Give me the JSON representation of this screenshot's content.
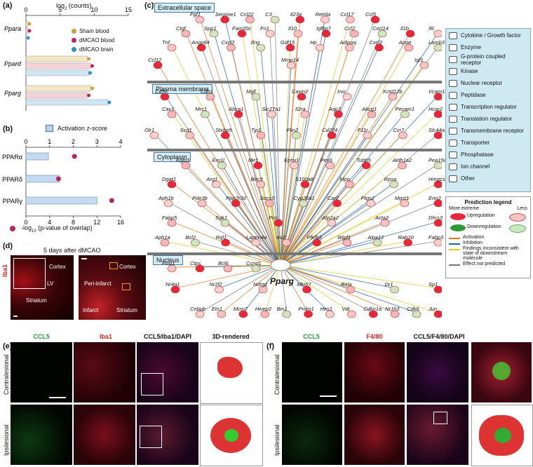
{
  "panels": {
    "a": "(a)",
    "b": "(b)",
    "c": "(c)",
    "d": "(d)",
    "e": "(e)",
    "f": "(f)"
  },
  "panel_a": {
    "axis_title": "log",
    "axis_sub": "2",
    "axis_unit": " (counts)",
    "ticks": [
      "0",
      "5",
      "10",
      "15"
    ],
    "genes": [
      "Ppara",
      "Ppard",
      "Pparg"
    ],
    "legend": [
      "Sham blood",
      "dMCAO blood",
      "dMCAO brain"
    ],
    "colors": [
      "#c9a13a",
      "#b5275a",
      "#2e8fc8"
    ]
  },
  "panel_b": {
    "legend_bar": "Activation z-score",
    "top_ticks": [
      "0",
      "1",
      "2",
      "3",
      "4"
    ],
    "bottom_ticks": [
      "0",
      "4",
      "8",
      "12",
      "16"
    ],
    "bottom_label_pre": "-log",
    "bottom_label_sub": "10",
    "bottom_label_post": " (p-value of overlap)",
    "rows": [
      "PPARα",
      "PPARδ",
      "PPARγ"
    ]
  },
  "chart_data": [
    {
      "type": "bar",
      "title": "",
      "xlabel": "log2 (counts)",
      "categories": [
        "Ppara",
        "Ppard",
        "Pparg"
      ],
      "xlim": [
        0,
        15
      ],
      "series": [
        {
          "name": "Sham blood",
          "values": [
            0.3,
            9.0,
            9.5
          ]
        },
        {
          "name": "dMCAO blood",
          "values": [
            0.3,
            9.5,
            9.0
          ]
        },
        {
          "name": "dMCAO brain",
          "values": [
            0.1,
            9.2,
            12.0
          ]
        }
      ]
    },
    {
      "type": "bar",
      "title": "",
      "categories": [
        "PPARα",
        "PPARδ",
        "PPARγ"
      ],
      "series": [
        {
          "name": "Activation z-score",
          "values": [
            0.95,
            1.4,
            3.0
          ]
        },
        {
          "name": "-log10 (p-value of overlap)",
          "values": [
            8.2,
            5.5,
            14.5
          ]
        }
      ],
      "xlim_top": [
        0,
        4
      ],
      "xlim_bottom": [
        0,
        16
      ]
    }
  ],
  "panel_c": {
    "compartments": [
      "Extracellular space",
      "Plasma membrane",
      "Cytoplasm",
      "Nucleus"
    ],
    "center_gene": "Pparg",
    "genes": [
      "Fgf1",
      "Serpine1",
      "Ccl22",
      "C3",
      "Il23a",
      "Retnla",
      "Ccl17",
      "Ccl5",
      "Ctgf",
      "Spp1",
      "Fam20c",
      "Fn1",
      "Il10",
      "Igfbp7",
      "Ccl2",
      "Cxcl14",
      "Il1b",
      "Il6",
      "Tnf",
      "Angptl4",
      "Cxcl3",
      "Ifng",
      "Gdf15",
      "Hp",
      "Adipoq",
      "Cxcl2",
      "Apoe",
      "Lamb3",
      "Ccl12",
      "Mmp14",
      "Igf1",
      "Cd36",
      "Cdh1",
      "Mgll",
      "Cavin2",
      "Insr",
      "Kctd12b",
      "Vcam1",
      "Cav1",
      "Mrc1",
      "Abca1",
      "Slc27a1",
      "Il2ra",
      "Aqp3",
      "Abcg1",
      "Pecam1",
      "Hcar2",
      "Olr1",
      "Scd1",
      "Stxbp5",
      "Tjp1",
      "Plin2",
      "Cd274",
      "F11r",
      "Ccr7",
      "Slc44a1",
      "Egln3",
      "Ero1l",
      "Me1",
      "Ephx1",
      "Pex6",
      "Tubb5",
      "Aldh1a2",
      "Pea15a",
      "Dgat1",
      "Arg1",
      "Birc5",
      "S100a8",
      "Mpo",
      "Rpsa",
      "Hmgcs2",
      "Aph1b",
      "Pde3b",
      "Ppp2r3d",
      "Socs3",
      "Cyp26a1",
      "Car2",
      "Ptgs2",
      "Mgst1",
      "Eno2",
      "Fabp5",
      "Sgk1",
      "Pcx",
      "Atp2a2",
      "Acta2",
      "Dhrs3",
      "Aph1a",
      "Bcl2",
      "Rgl1",
      "Laptm4a",
      "Irs2",
      "Pfkfb3",
      "Wipf1",
      "Alox12",
      "Rab20",
      "Fabp3",
      "Fosl1",
      "Ctps",
      "Bcl6",
      "Ccnd1",
      "Nr4a1",
      "Nr2f2",
      "Ndrg1",
      "Mki67",
      "Rela",
      "Dr1",
      "Sp1",
      "Cebpb",
      "Ets1",
      "Mcm7",
      "Hivep2",
      "Bin1",
      "Prdm1",
      "Hes1",
      "Vdr",
      "Cdkn1a",
      "Nr1h3",
      "Cdk6",
      "Jun"
    ],
    "shape_legend": [
      "Cytokine / Growth factor",
      "Enzyme",
      "G-protein coupled receptor",
      "Kinase",
      "Nuclear receptor",
      "Peptidase",
      "Transcription regulator",
      "Translation regulator",
      "Transmembrane receptor",
      "Transporter",
      "Phosphatase",
      "Ion channel",
      "Other"
    ],
    "prediction": {
      "title": "Prediction legend",
      "more": "More extreme",
      "less": "Less",
      "up": "Upregulation",
      "down": "Downregulation",
      "lines": [
        "Activation",
        "Inhibition",
        "Findings inconsistent with state of downstream molecule",
        "Effect not predicted"
      ],
      "line_colors": [
        "#e8711c",
        "#1f5ca8",
        "#e6c621",
        "#777777"
      ]
    }
  },
  "panel_d": {
    "title": "5 days after dMCAO",
    "ylabel": "Iba1",
    "left_labels": [
      "Cortex",
      "LV",
      "Striatum"
    ],
    "right_labels": [
      "Cortex",
      "Peri-infarct",
      "Infarct",
      "Striatum"
    ]
  },
  "panel_e": {
    "cols": [
      "CCL5",
      "Iba1",
      "CCL5/Iba1/DAPI",
      "3D-rendered"
    ],
    "rows": [
      "Contralesional",
      "Ipsilesional"
    ]
  },
  "panel_f": {
    "cols": [
      "CCL5",
      "F4/80",
      "CCL5/F4/80/DAPI"
    ],
    "rows": [
      "Contralesional",
      "Ipsilesional"
    ]
  }
}
